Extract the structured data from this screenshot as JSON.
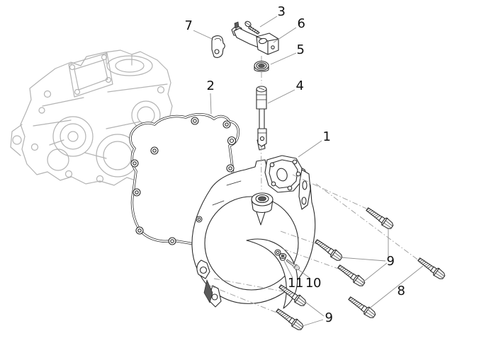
{
  "diagram": {
    "kind": "exploded-parts-diagram",
    "background": "#ffffff",
    "colors": {
      "part_line": "#2b2b2b",
      "ghost_part_line": "#b3b3b3",
      "leader_line": "#8c8c8c",
      "centerline": "#9a9a9a",
      "label_text": "#111111",
      "background": "#ffffff"
    },
    "callouts": {
      "item1": "1",
      "item2": "2",
      "item3": "3",
      "item4": "4",
      "item5": "5",
      "item6": "6",
      "item7": "7",
      "item8": "8",
      "item9_right": "9",
      "item9_bottom": "9",
      "item10": "10",
      "item11": "11"
    }
  }
}
